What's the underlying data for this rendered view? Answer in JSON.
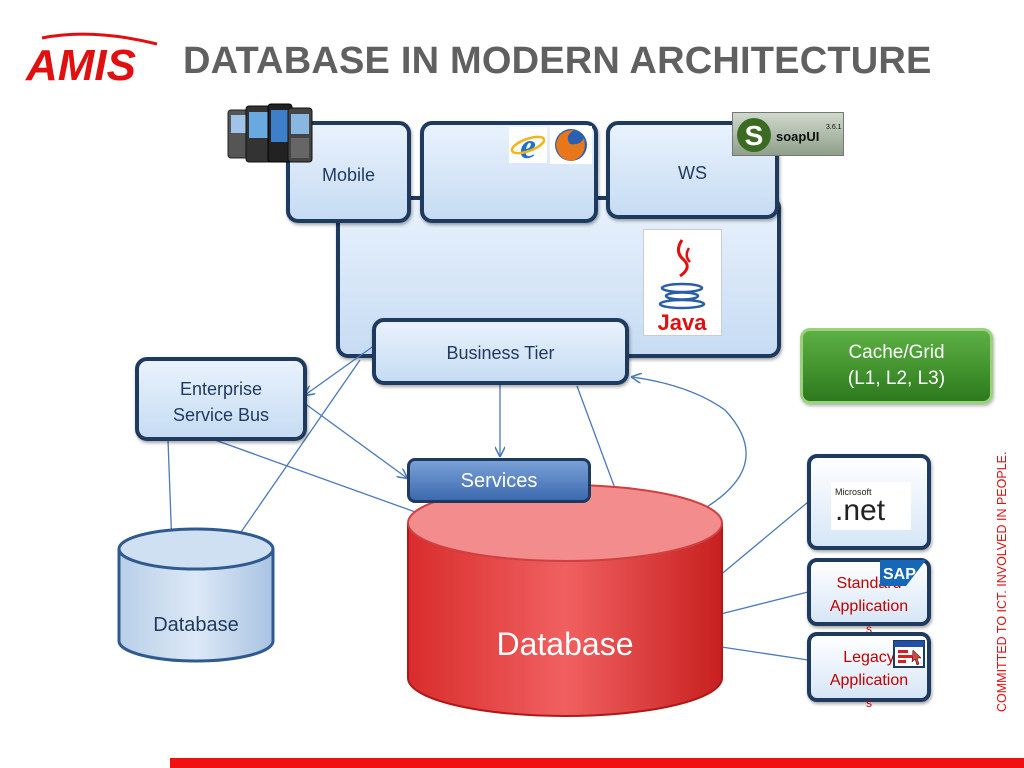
{
  "slide": {
    "title": "DATABASE IN MODERN ARCHITECTURE",
    "logo_text": "AMIS",
    "tagline": "COMMITTED TO ICT. INVOLVED IN PEOPLE."
  },
  "tiles": {
    "mobile": "Mobile",
    "browser": "",
    "ws": "WS"
  },
  "icons": {
    "soapui": "soapUI",
    "soapui_version": "3.6.1",
    "java": "Java",
    "dotnet_brand": "Microsoft",
    "dotnet": ".net",
    "sap": "SAP"
  },
  "nodes": {
    "business_tier": "Business Tier",
    "esb_line1": "Enterprise",
    "esb_line2": "Service Bus",
    "cache_line1": "Cache/Grid",
    "cache_line2": "(L1, L2, L3)",
    "services": "Services",
    "db_small": "Database",
    "db_main": "Database"
  },
  "side_apps": {
    "standard_line1": "Standard",
    "standard_line2": "Application",
    "standard_line3": "s",
    "legacy_line1": "Legacy",
    "legacy_line2": "Application",
    "legacy_line3": "s"
  },
  "colors": {
    "accent_red": "#f01010",
    "box_border": "#1f3a5f",
    "cache_green": "#3a8f28"
  }
}
